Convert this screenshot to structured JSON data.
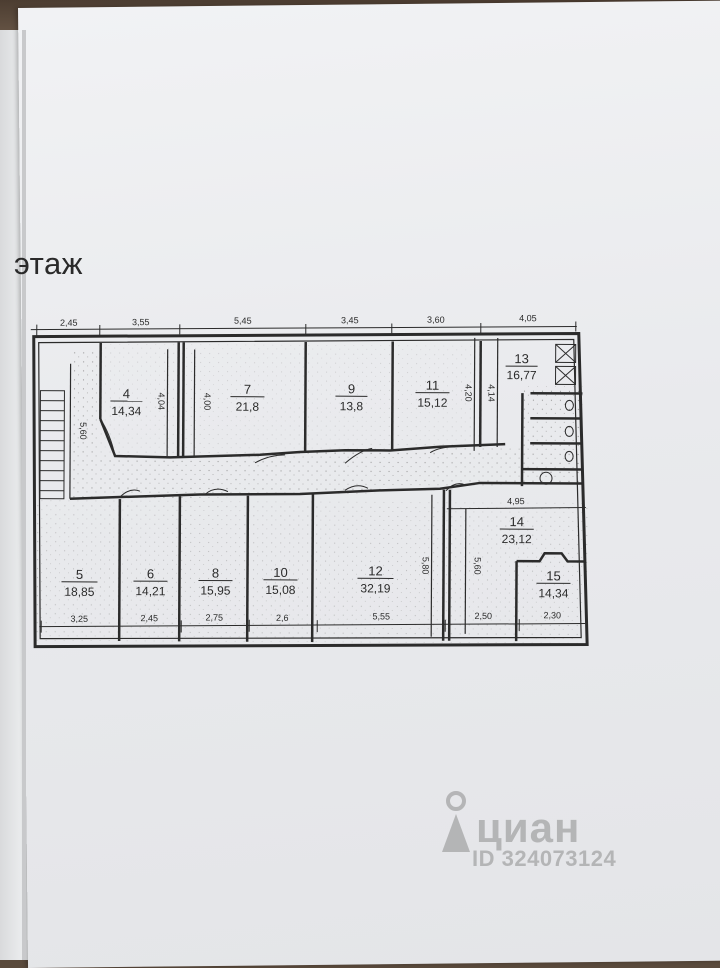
{
  "heading": "этаж",
  "watermark": {
    "brand": "циан",
    "id": "ID 324073124"
  },
  "top_dimensions": [
    "2,45",
    "3,55",
    "5,45",
    "3,45",
    "3,60",
    "4,05"
  ],
  "bottom_dimensions": [
    "3,25",
    "2,45",
    "2,75",
    "2,6",
    "5,55",
    "2,50",
    "2,30",
    "4,95"
  ],
  "vertical_dimensions": [
    "5,60",
    "4,04",
    "4,00",
    "4,20",
    "4,14",
    "5,80",
    "5,60"
  ],
  "rooms": [
    {
      "number": "4",
      "area": "14,34"
    },
    {
      "number": "7",
      "area": "21,8"
    },
    {
      "number": "9",
      "area": "13,8"
    },
    {
      "number": "11",
      "area": "15,12"
    },
    {
      "number": "13",
      "area": "16,77"
    },
    {
      "number": "5",
      "area": "18,85"
    },
    {
      "number": "6",
      "area": "14,21"
    },
    {
      "number": "8",
      "area": "15,95"
    },
    {
      "number": "10",
      "area": "15,08"
    },
    {
      "number": "12",
      "area": "32,19"
    },
    {
      "number": "14",
      "area": "23,12"
    },
    {
      "number": "15",
      "area": "14,34"
    }
  ]
}
